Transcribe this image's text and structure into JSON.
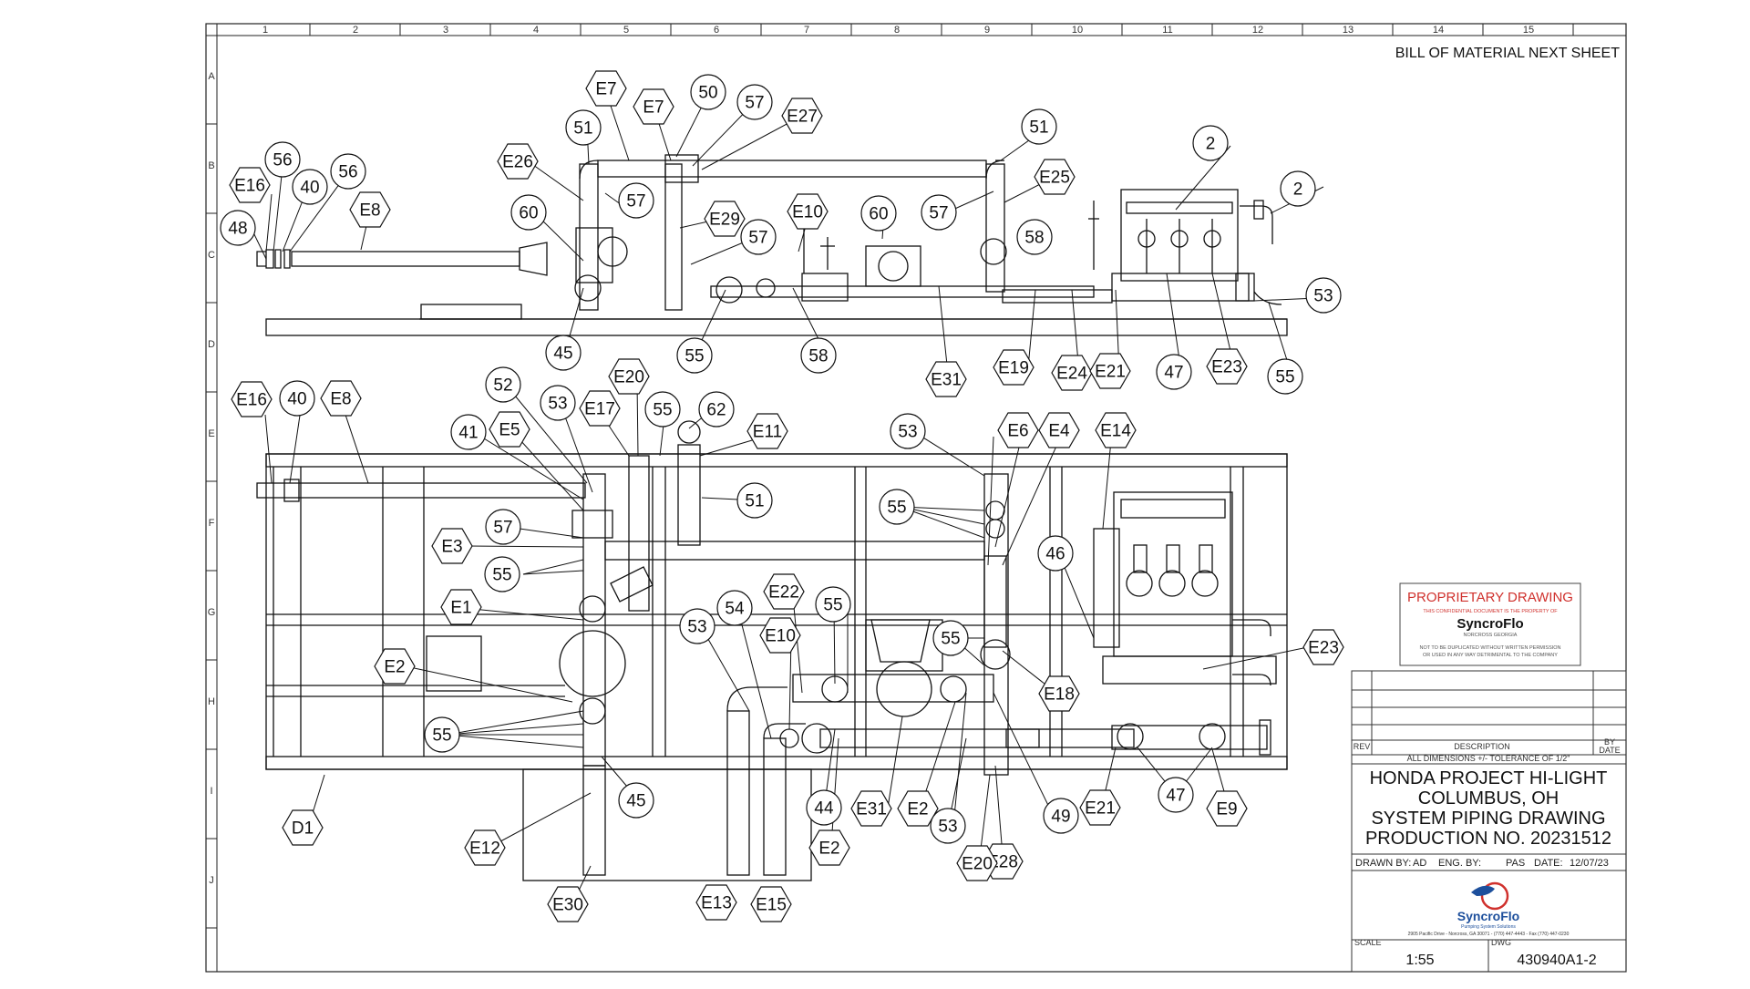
{
  "note": "BILL OF MATERIAL NEXT SHEET",
  "column_labels": [
    "1",
    "2",
    "3",
    "4",
    "5",
    "6",
    "7",
    "8",
    "9",
    "10",
    "11",
    "12",
    "13",
    "14",
    "15"
  ],
  "row_labels": [
    "A",
    "B",
    "C",
    "D",
    "E",
    "F",
    "G",
    "H",
    "I",
    "J"
  ],
  "callouts_top": [
    "E16",
    "56",
    "40",
    "56",
    "E8",
    "48",
    "E26",
    "51",
    "E7",
    "E7",
    "50",
    "57",
    "E27",
    "57",
    "E29",
    "57",
    "60",
    "45",
    "55",
    "E10",
    "58",
    "60",
    "51",
    "57",
    "E25",
    "58",
    "E31",
    "E19",
    "E24",
    "E21",
    "47",
    "E23",
    "2",
    "2",
    "53",
    "55"
  ],
  "callouts_bottom": [
    "E16",
    "40",
    "E8",
    "52",
    "53",
    "E17",
    "E20",
    "55",
    "62",
    "E11",
    "41",
    "E5",
    "51",
    "57",
    "E3",
    "55",
    "E1",
    "E2",
    "55",
    "45",
    "E12",
    "E30",
    "D1",
    "53",
    "54",
    "E22",
    "E10",
    "55",
    "44",
    "E31",
    "E2",
    "E13",
    "E15",
    "E2",
    "53",
    "E6",
    "E4",
    "E14",
    "55",
    "55",
    "46",
    "E18",
    "49",
    "E28",
    "E20",
    "53",
    "E21",
    "47",
    "E9",
    "E23"
  ],
  "stamp": {
    "title": "PROPRIETARY DRAWING",
    "line1": "THIS CONFIDENTIAL DOCUMENT IS THE PROPERTY OF",
    "brand": "SyncroFlo",
    "city": "NORCROSS GEORGIA",
    "line2": "NOT TO BE DUPLICATED WITHOUT WRITTEN PERMISSION",
    "line3": "OR USED IN ANY WAY DETRIMENTAL TO THE COMPANY"
  },
  "title_block": {
    "rev_label": "REV",
    "desc_label": "DESCRIPTION",
    "by_label": "BY",
    "date_label": "DATE",
    "tolerance": "ALL DIMENSIONS +/- TOLERANCE OF 1/2\"",
    "title_lines": [
      "HONDA PROJECT HI-LIGHT",
      "COLUMBUS, OH",
      "SYSTEM PIPING DRAWING",
      "PRODUCTION NO. 20231512"
    ],
    "drawn_by_label": "DRAWN BY:",
    "drawn_by": "AD",
    "eng_by_label": "ENG. BY:",
    "eng_by": "PAS",
    "date_field_label": "DATE:",
    "date": "12/07/23",
    "logo_name": "SyncroFlo",
    "logo_tagline": "Pumping System Solutions",
    "address": "2905 Pacific Drive - Norcross, GA 30071 - (770) 447-4443 - Fax (770) 447-0230",
    "scale_label": "SCALE",
    "scale": "1:55",
    "dwg_label": "DWG",
    "dwg_no": "430940A1-2"
  },
  "colors": {
    "stamp_red": "#d0312d",
    "line": "#111111",
    "brand_blue": "#1d4f9c",
    "brand_red": "#d0312d"
  }
}
